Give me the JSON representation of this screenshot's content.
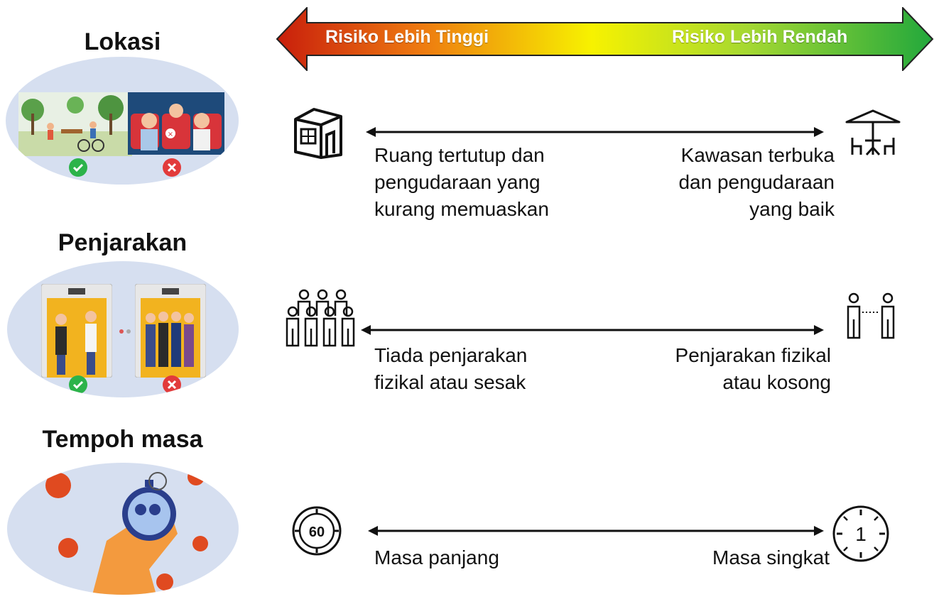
{
  "scale": {
    "left_label": "Risiko Lebih Tinggi",
    "right_label": "Risiko Lebih Rendah",
    "colors": {
      "high": "#d42a10",
      "mid": "#f6f000",
      "low": "#2aae3a"
    }
  },
  "rows": [
    {
      "heading": "Lokasi",
      "left_icon": "indoor-building-icon",
      "right_icon": "outdoor-umbrella-table-icon",
      "left_text": [
        "Ruang tertutup dan",
        "pengudaraan yang",
        "kurang memuaskan"
      ],
      "right_text": [
        "Kawasan terbuka",
        "dan pengudaraan",
        "yang baik"
      ]
    },
    {
      "heading": "Penjarakan",
      "left_icon": "crowd-icon",
      "right_icon": "distanced-people-icon",
      "left_text": [
        "Tiada penjarakan",
        "fizikal atau sesak"
      ],
      "right_text": [
        "Penjarakan fizikal",
        "atau kosong"
      ]
    },
    {
      "heading": "Tempoh masa",
      "left_icon": "timer-60-icon",
      "right_icon": "timer-1-icon",
      "left_text": [
        "Masa panjang"
      ],
      "right_text": [
        "Masa singkat"
      ],
      "left_icon_text": "60",
      "right_icon_text": "1"
    }
  ],
  "check_color": "#2cb34a",
  "cross_color": "#e23b3b"
}
